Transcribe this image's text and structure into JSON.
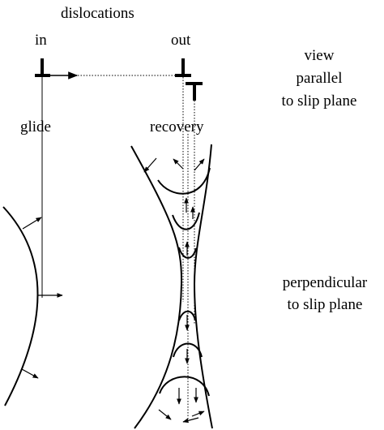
{
  "title": "dislocations",
  "labels": {
    "in": "in",
    "out": "out",
    "glide": "glide",
    "recovery": "recovery"
  },
  "views": {
    "parallel": [
      "view",
      "parallel",
      "to slip plane"
    ],
    "perpendicular": [
      "perpendicular",
      "to slip plane"
    ]
  },
  "symbols": {
    "dislocation_in": "edge dislocation",
    "dislocation_out": "edge dislocation",
    "dislocation_climbed": "inverted edge dislocation"
  }
}
